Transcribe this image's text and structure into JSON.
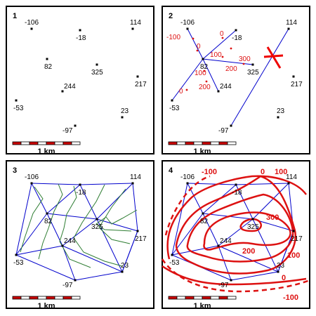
{
  "panels": [
    {
      "number": "1"
    },
    {
      "number": "2"
    },
    {
      "number": "3"
    },
    {
      "number": "4"
    }
  ],
  "points": [
    {
      "id": "p1",
      "label": "-106"
    },
    {
      "id": "p2",
      "label": "-18"
    },
    {
      "id": "p3",
      "label": "114"
    },
    {
      "id": "p4",
      "label": "82"
    },
    {
      "id": "p5",
      "label": "325"
    },
    {
      "id": "p6",
      "label": "217"
    },
    {
      "id": "p7",
      "label": "244"
    },
    {
      "id": "p8",
      "label": "-53"
    },
    {
      "id": "p9",
      "label": "23"
    },
    {
      "id": "p10",
      "label": "-97"
    }
  ],
  "scale_bar": {
    "label": "1 km"
  },
  "panel2_interpolation_labels": [
    "-100",
    "0",
    "0",
    "100",
    "300",
    "100",
    "200",
    "0",
    "200"
  ],
  "panel4_contour_labels": [
    "-100",
    "0",
    "100",
    "300",
    "200",
    "100",
    "0",
    "-100"
  ],
  "colors": {
    "frame": "#000000",
    "triangulation": "#0000cc",
    "contour_lines": "#2e7d32",
    "contour_red": "#dd1111",
    "scale_bar_red": "#cc0000",
    "cross_marker": "#ee0000"
  }
}
